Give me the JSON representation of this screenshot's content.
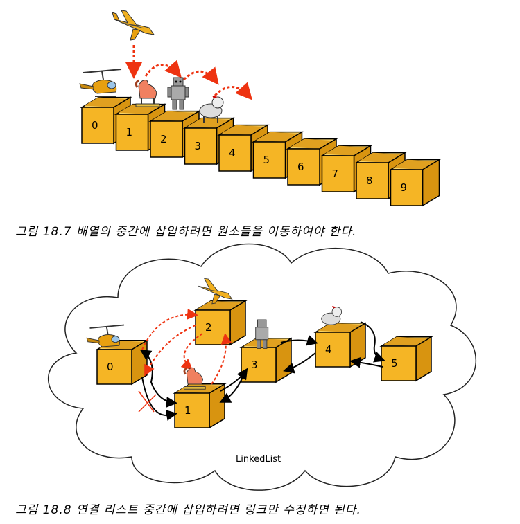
{
  "figure_top": {
    "boxes": [
      "0",
      "1",
      "2",
      "3",
      "4",
      "5",
      "6",
      "7",
      "8",
      "9"
    ],
    "caption": "그림 18.7 배열의 중간에 삽입하려면 원소들을 이동하여야 한다."
  },
  "figure_bottom": {
    "boxes": [
      "0",
      "1",
      "2",
      "3",
      "4",
      "5"
    ],
    "cloud_label": "LinkedList",
    "caption": "그림 18.8 연결 리스트 중간에 삽입하려면 링크만 수정하면 된다."
  },
  "colors": {
    "box_front": "#f5b525",
    "box_top": "#f9d46a",
    "box_side": "#d89410",
    "outline": "#000000",
    "arrow_red": "#ee3311",
    "arrow_black": "#000000"
  }
}
